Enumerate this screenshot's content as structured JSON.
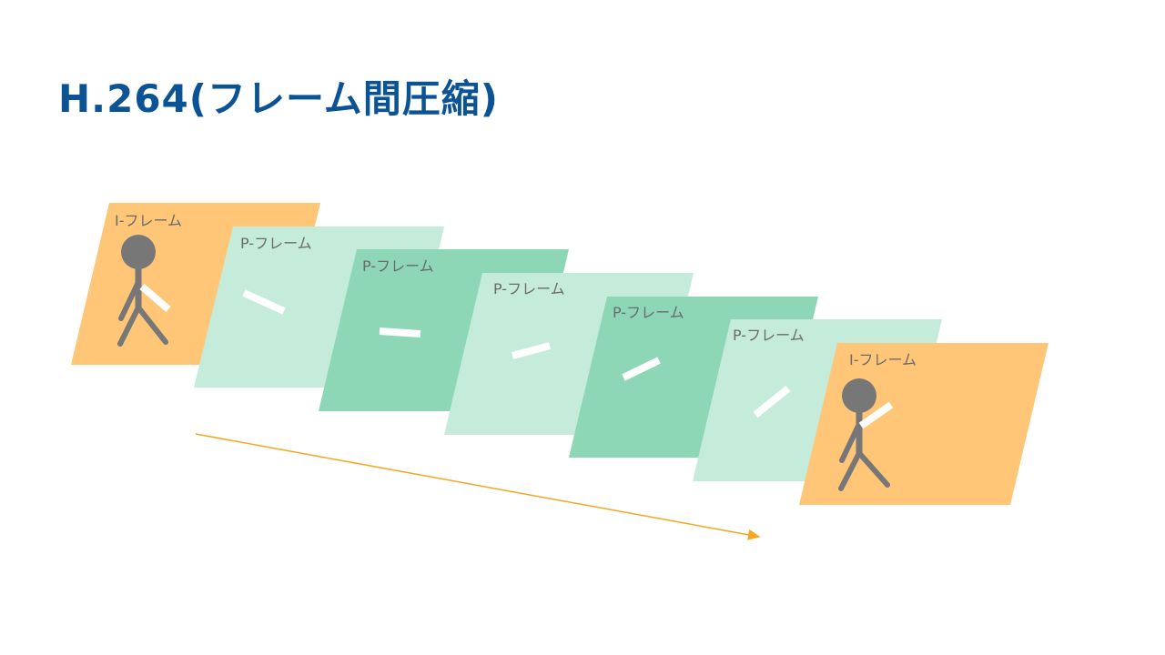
{
  "slide": {
    "title": "H.264(フレーム間圧縮)"
  },
  "colors": {
    "title": "#0B5394",
    "i_frame": "#FFC678",
    "p_frame_light": "#C5EBDB",
    "p_frame_dark": "#8DD7B7",
    "figure": "#777777",
    "arm": "#FFFFFF",
    "arrow": "#F5A623"
  },
  "frames": [
    {
      "label": "I-フレーム",
      "type": "I"
    },
    {
      "label": "P-フレーム",
      "type": "P"
    },
    {
      "label": "P-フレーム",
      "type": "P"
    },
    {
      "label": "P-フレーム",
      "type": "P"
    },
    {
      "label": "P-フレーム",
      "type": "P"
    },
    {
      "label": "P-フレーム",
      "type": "P"
    },
    {
      "label": "I-フレーム",
      "type": "I"
    }
  ],
  "icons": {
    "walking_person": "walking-person-icon",
    "arm_motion": "arm-segment-icon",
    "time_arrow": "time-arrow-icon"
  }
}
